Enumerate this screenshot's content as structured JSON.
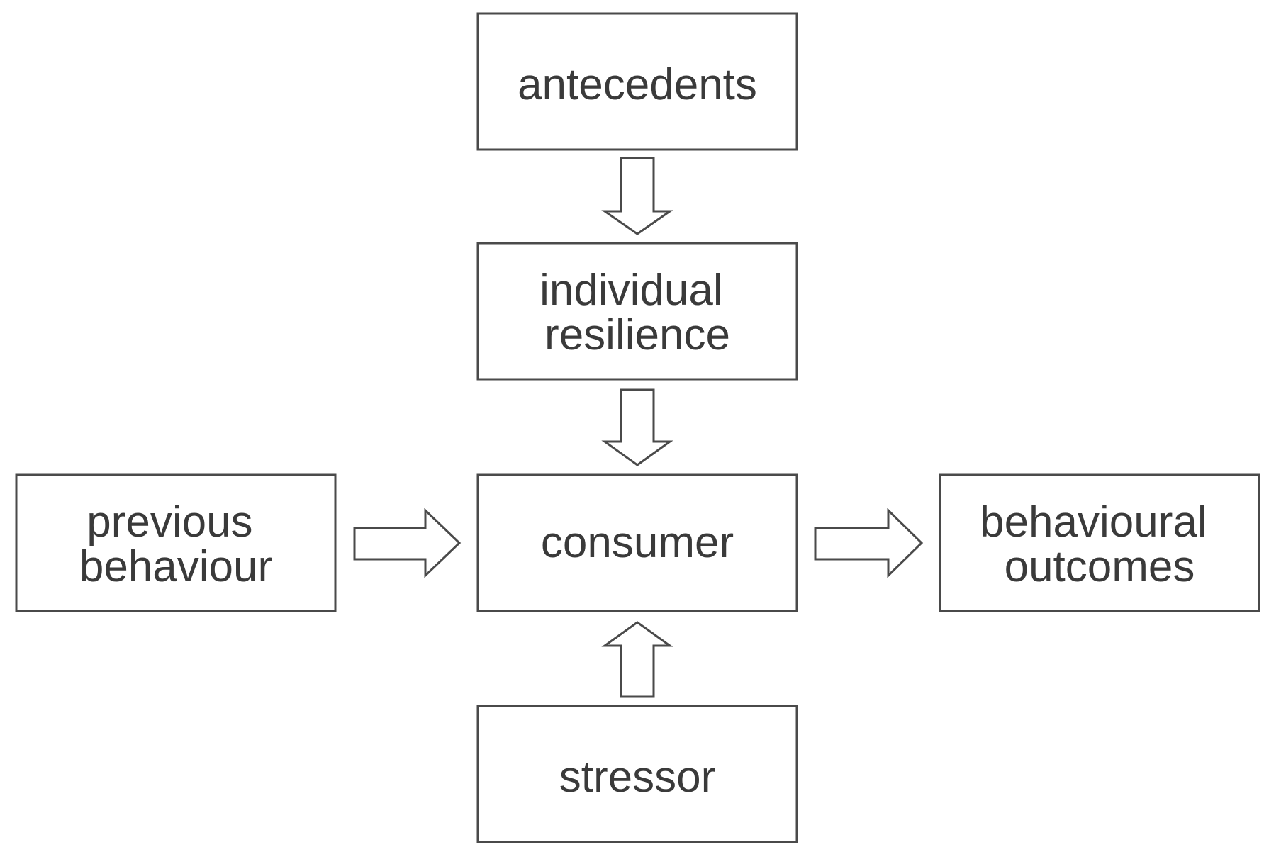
{
  "diagram": {
    "nodes": {
      "antecedents": {
        "lines": [
          "antecedents"
        ]
      },
      "individual_resilience": {
        "lines": [
          "individual",
          "resilience"
        ]
      },
      "consumer": {
        "lines": [
          "consumer"
        ]
      },
      "previous_behaviour": {
        "lines": [
          "previous",
          "behaviour"
        ]
      },
      "behavioural_outcomes": {
        "lines": [
          "behavioural",
          "outcomes"
        ]
      },
      "stressor": {
        "lines": [
          "stressor"
        ]
      }
    },
    "edges": [
      {
        "from": "antecedents",
        "to": "individual_resilience"
      },
      {
        "from": "individual_resilience",
        "to": "consumer"
      },
      {
        "from": "previous_behaviour",
        "to": "consumer"
      },
      {
        "from": "consumer",
        "to": "behavioural_outcomes"
      },
      {
        "from": "stressor",
        "to": "consumer"
      }
    ],
    "colors": {
      "stroke": "#4a4a4a",
      "text": "#3a3a3a",
      "fill": "#ffffff"
    }
  }
}
